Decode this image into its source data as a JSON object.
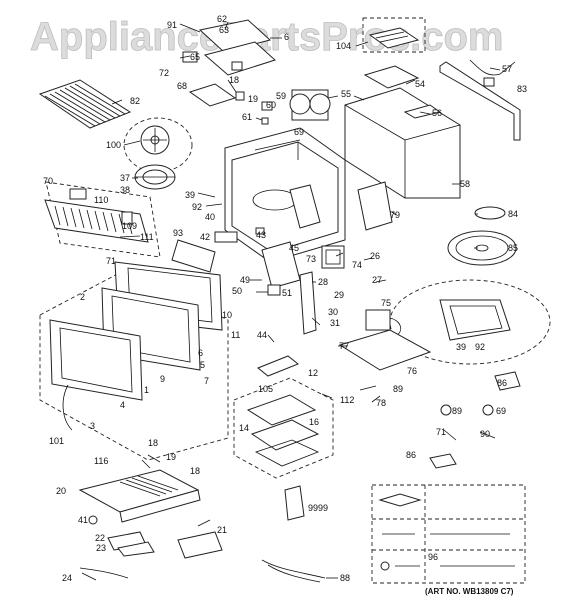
{
  "watermark": "AppliancePartsPros.com",
  "art_number": "(ART NO. WB13809 C7)",
  "labels": {
    "p91": "91",
    "p62": "62",
    "p63": "63",
    "p6": "6",
    "p104": "104",
    "p65": "65",
    "p72": "72",
    "p57": "57",
    "p82": "82",
    "p68": "68",
    "p18a": "18",
    "p19a": "19",
    "p54": "54",
    "p60": "60",
    "p59": "59",
    "p55": "55",
    "p83": "83",
    "p61": "61",
    "p56": "56",
    "p100": "100",
    "p69": "69",
    "p37": "37",
    "p38": "38",
    "p70": "70",
    "p110": "110",
    "p39": "39",
    "p92": "92",
    "p40": "40",
    "p58": "58",
    "p109": "109",
    "p111": "111",
    "p93": "93",
    "p42": "42",
    "p43": "43",
    "p79": "79",
    "p84": "84",
    "p71": "71",
    "p45": "45",
    "p73": "73",
    "p74": "74",
    "p26": "26",
    "p85": "85",
    "p49": "49",
    "p50": "50",
    "p51": "51",
    "p28": "28",
    "p29": "29",
    "p27": "27",
    "p2": "2",
    "p10": "10",
    "p11": "11",
    "p75": "75",
    "p31": "31",
    "p30": "30",
    "p44": "44",
    "p6b": "6",
    "p5": "5",
    "p7": "7",
    "p9": "9",
    "p12": "12",
    "p77": "77",
    "p39b": "39",
    "p92b": "92",
    "p76": "76",
    "p86a": "86",
    "p89a": "89",
    "p89b": "89",
    "p69b": "69",
    "p1": "1",
    "p4": "4",
    "p3": "3",
    "p105": "105",
    "p112": "112",
    "p78": "78",
    "p71b": "71",
    "p90": "90",
    "p101": "101",
    "p14": "14",
    "p16": "16",
    "p18b": "18",
    "p19b": "19",
    "p116": "116",
    "p18c": "18",
    "p20": "20",
    "p9999": "9999",
    "p86b": "86",
    "p41": "41",
    "p22": "22",
    "p21": "21",
    "p23": "23",
    "p96": "96",
    "p24": "24",
    "p88": "88"
  }
}
